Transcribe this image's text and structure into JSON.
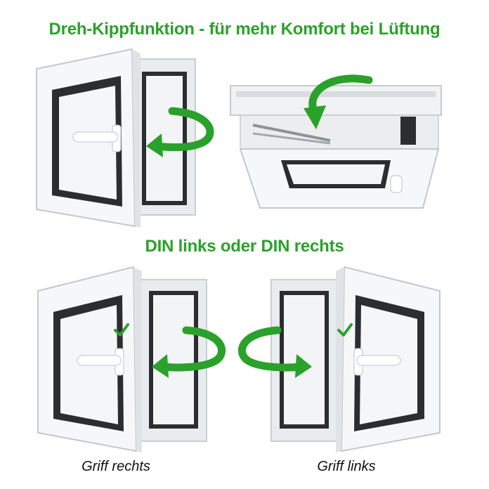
{
  "header": {
    "title": "Dreh-Kippfunktion - für mehr Komfort bei Lüftung"
  },
  "section": {
    "title": "DIN links oder DIN rechts"
  },
  "captions": {
    "left": "Griff rechts",
    "right": "Griff links"
  },
  "colors": {
    "accent_green": "#2aa12a",
    "frame_white": "#f4f5f6",
    "glass_dark": "#2b2d30",
    "text_dark": "#111111"
  },
  "icons": {
    "rotate_arrow": "curved-arrow-icon",
    "check": "checkmark-icon",
    "handle": "window-handle-icon"
  }
}
